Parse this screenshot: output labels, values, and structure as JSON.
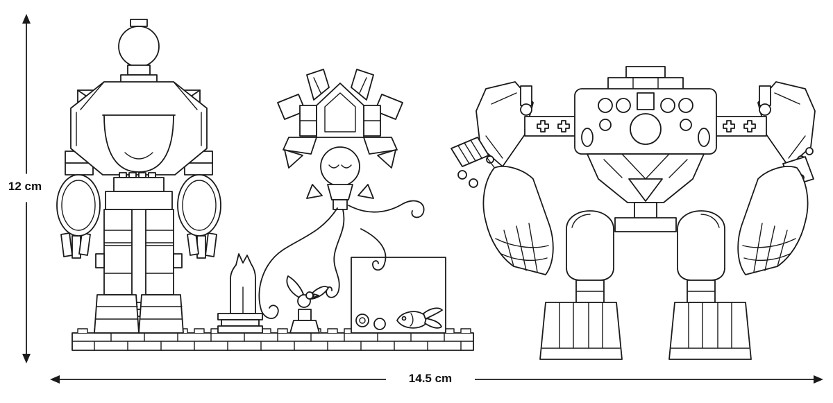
{
  "page": {
    "background": "#ffffff"
  },
  "diagram": {
    "line_color": "#1a1a1a",
    "height_dimension": {
      "label": "12 cm"
    },
    "width_dimension": {
      "label": "14.5 cm"
    },
    "figures": [
      {
        "name": "robot-front-view"
      },
      {
        "name": "creature-and-accessories-scene"
      },
      {
        "name": "mech-front-view"
      }
    ]
  }
}
